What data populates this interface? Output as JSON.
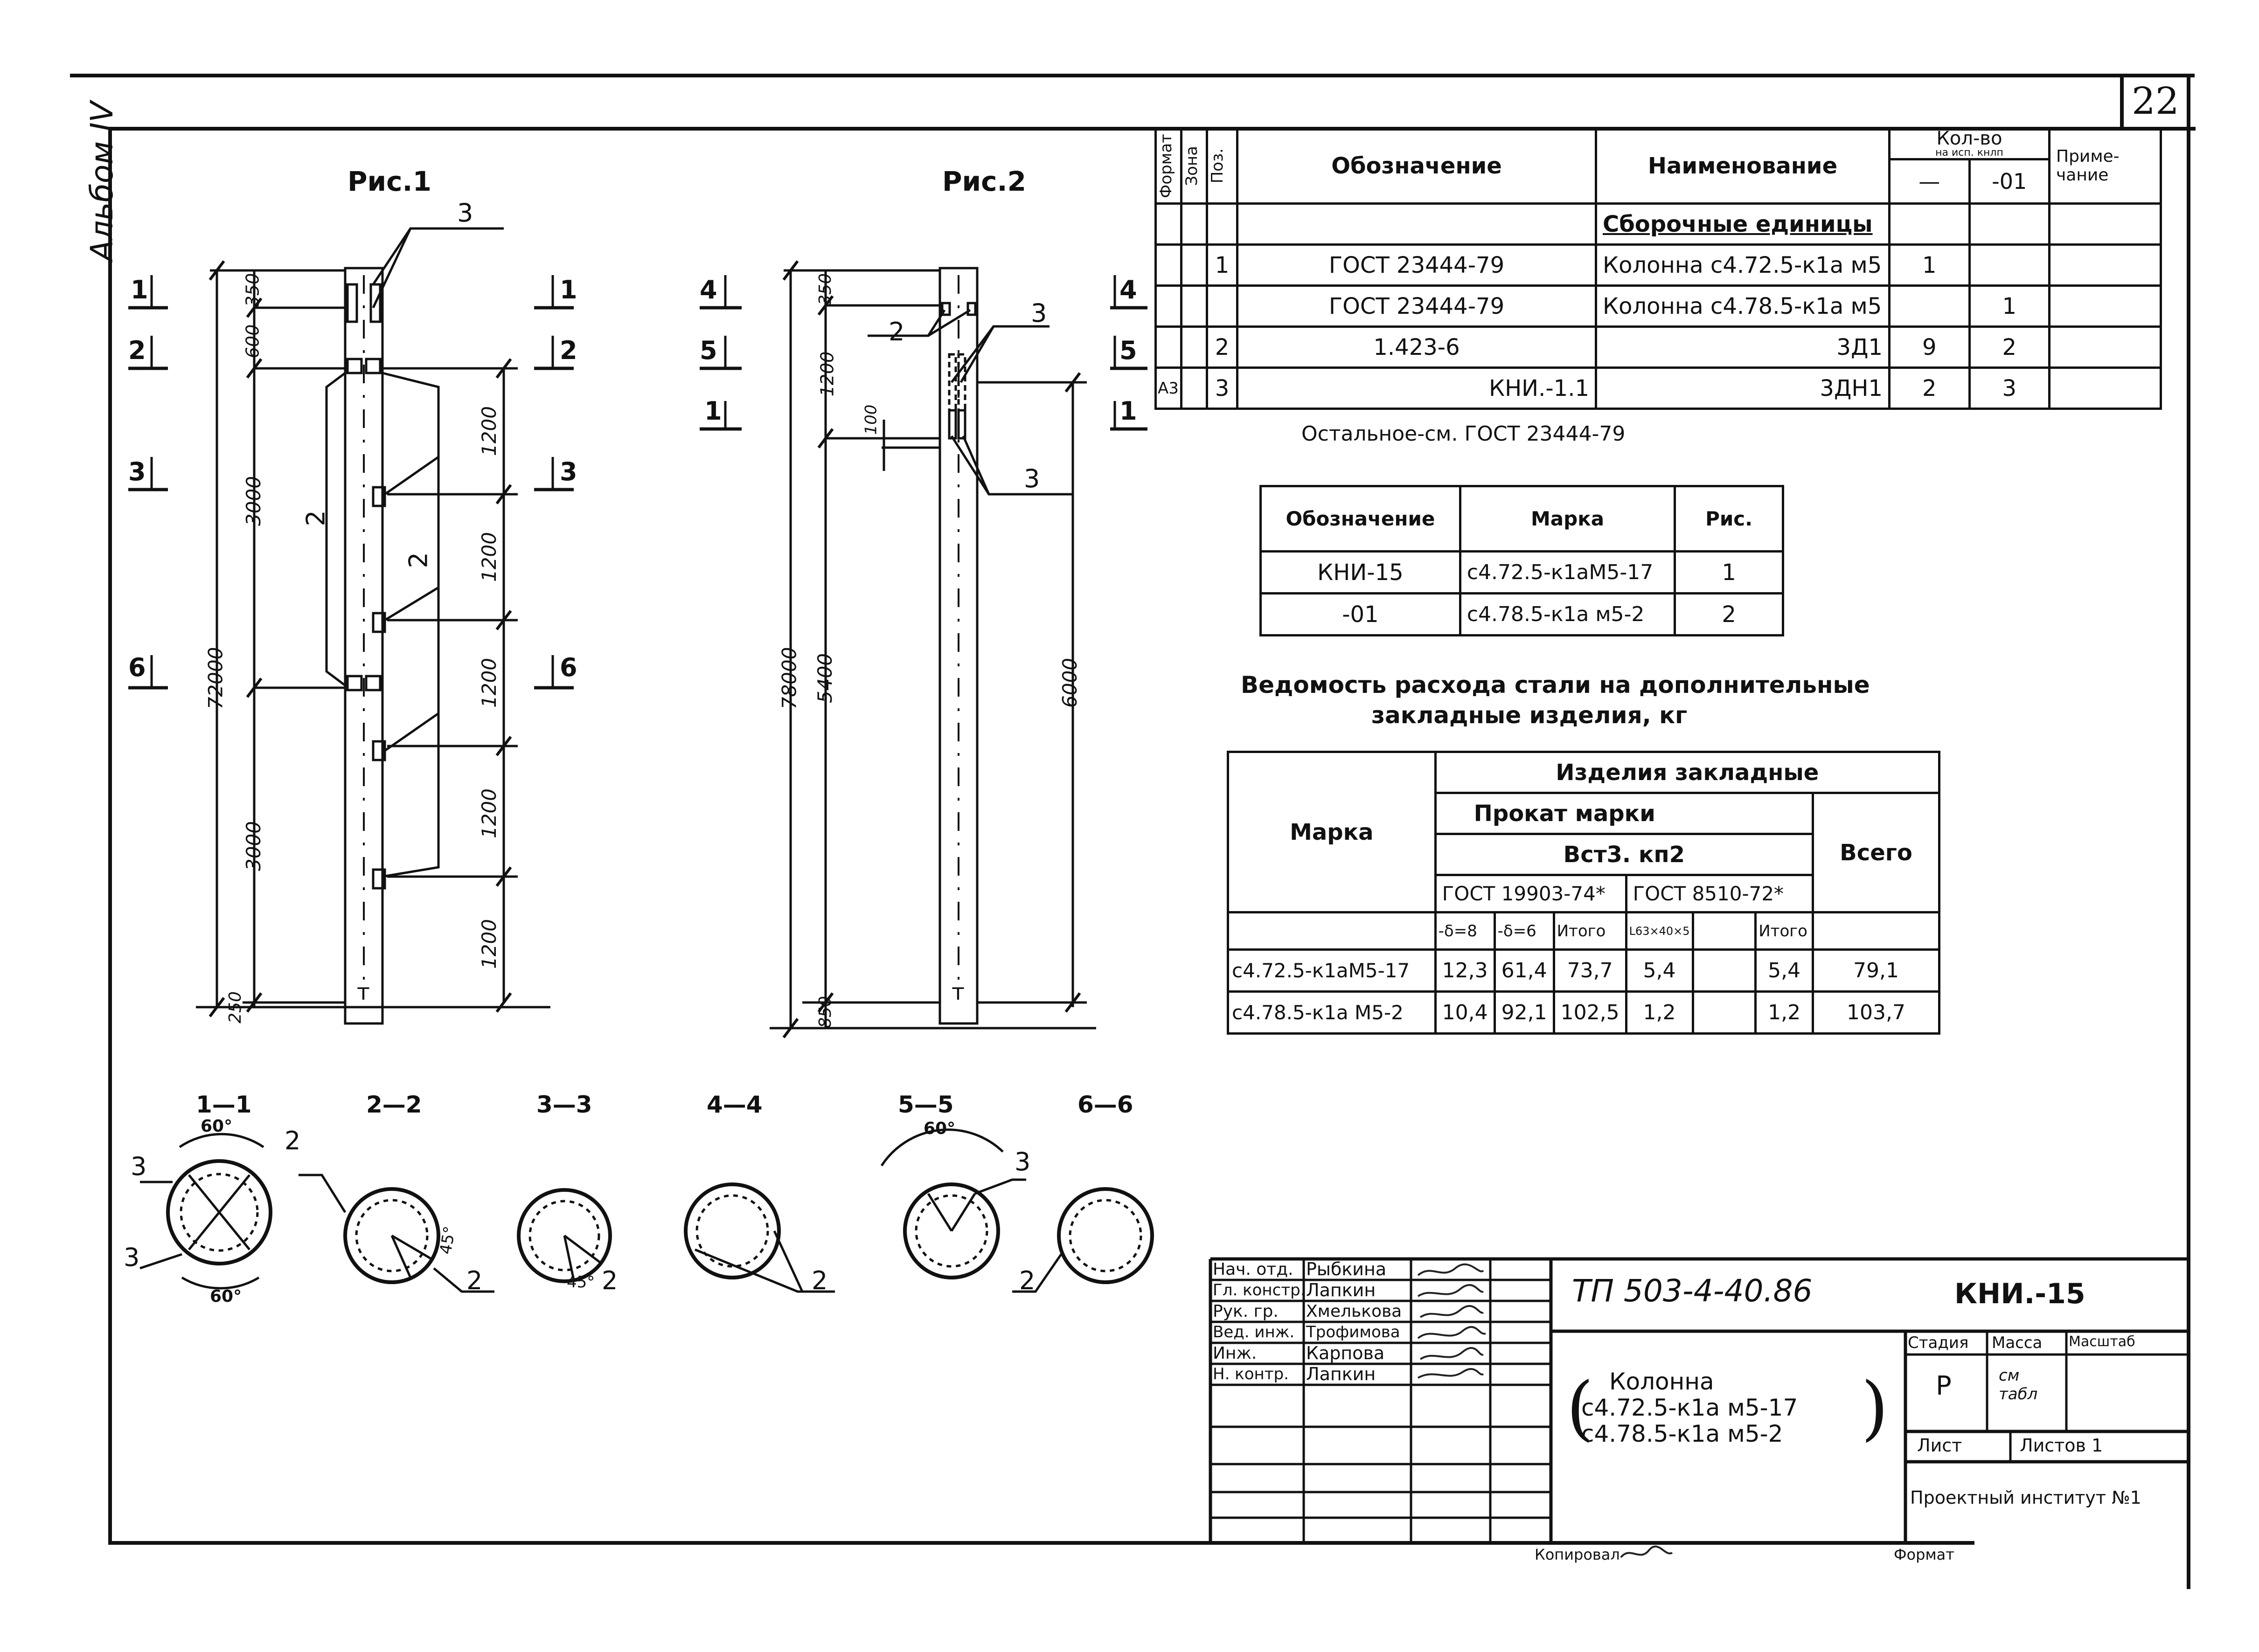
{
  "sheet": {
    "page_number": "22",
    "album_label": "Альбом IV",
    "copied_by": "Копировал",
    "format_label": "Формат"
  },
  "figures": {
    "fig1_title": "Рис.1",
    "fig2_title": "Рис.2",
    "fig1": {
      "leaders": [
        "3",
        "2",
        "2"
      ],
      "dims_left": [
        "350",
        "600",
        "3000",
        "72000",
        "3000",
        "250"
      ],
      "dims_right": [
        "1200",
        "1200",
        "1200",
        "1200",
        "1200"
      ],
      "section_marks_left": [
        "1",
        "2",
        "3",
        "6"
      ],
      "section_marks_right": [
        "1",
        "2",
        "3",
        "6"
      ],
      "top_mark": "т"
    },
    "fig2": {
      "leaders": [
        "2",
        "3",
        "3"
      ],
      "dims_left": [
        "350",
        "1200",
        "100",
        "78000",
        "5400",
        "850"
      ],
      "dims_right": [
        "6000"
      ],
      "section_marks_left": [
        "4",
        "5",
        "1"
      ],
      "section_marks_right": [
        "4",
        "5",
        "1"
      ],
      "top_mark": "т"
    }
  },
  "sections": {
    "labels": [
      "1—1",
      "2—2",
      "3—3",
      "4—4",
      "5—5",
      "6—6"
    ],
    "angles": [
      "60°",
      "60°",
      "45°",
      "45°",
      "60°"
    ],
    "leader_numbers": [
      "3",
      "3",
      "2",
      "2",
      "2",
      "2",
      "2",
      "3"
    ]
  },
  "spec_table": {
    "headers": {
      "format": "Формат",
      "zone": "Зона",
      "pos": "Поз.",
      "designation": "Обозначение",
      "name": "Наименование",
      "qty": "Кол-во",
      "qty_sub": "на исп. кнлп",
      "qty_col1": "—",
      "qty_col2": "-01",
      "note": "Приме-чание"
    },
    "section_title": "Сборочные единицы",
    "rows": [
      {
        "format": "",
        "pos": "1",
        "designation": "ГОСТ 23444-79",
        "name": "Колонна с4.72.5-к1а м5",
        "q1": "1",
        "q2": ""
      },
      {
        "format": "",
        "pos": "",
        "designation": "ГОСТ 23444-79",
        "name": "Колонна с4.78.5-к1а м5",
        "q1": "",
        "q2": "1"
      },
      {
        "format": "",
        "pos": "2",
        "designation": "1.423-6",
        "name": "3Д1",
        "q1": "9",
        "q2": "2"
      },
      {
        "format": "А3",
        "pos": "3",
        "designation": "КНИ.-1.1",
        "name": "3ДН1",
        "q1": "2",
        "q2": "3"
      }
    ],
    "footnote": "Остальное-см. ГОСТ 23444-79"
  },
  "marks_table": {
    "headers": [
      "Обозначение",
      "Марка",
      "Рис."
    ],
    "rows": [
      [
        "КНИ-15",
        "с4.72.5-к1аМ5-17",
        "1"
      ],
      [
        "-01",
        "с4.78.5-к1а м5-2",
        "2"
      ]
    ]
  },
  "steel_table": {
    "title_line1": "Ведомость расхода стали на дополнительные",
    "title_line2": "закладные изделия, кг",
    "headers": {
      "marka": "Марка",
      "items": "Изделия закладные",
      "rolled": "Прокат марки",
      "grade": "Вст3. кп2",
      "total": "Всего",
      "gost1": "ГОСТ 19903-74*",
      "gost2": "ГОСТ 8510-72*",
      "sub": [
        "-δ=8",
        "-δ=6",
        "Итого",
        "L63×40×5",
        "",
        "Итого"
      ]
    },
    "rows": [
      [
        "с4.72.5-к1аМ5-17",
        "12,3",
        "61,4",
        "73,7",
        "5,4",
        "",
        "5,4",
        "79,1"
      ],
      [
        "с4.78.5-к1а М5-2",
        "10,4",
        "92,1",
        "102,5",
        "1,2",
        "",
        "1,2",
        "103,7"
      ]
    ]
  },
  "title_block": {
    "roles": [
      "Нач. отд.",
      "Гл. констр.",
      "Рук. гр.",
      "Вед. инж.",
      "Инж.",
      "Н. контр."
    ],
    "names": [
      "Рыбкина",
      "Лапкин",
      "Хмелькова",
      "Трофимова",
      "Карпова",
      "Лапкин"
    ],
    "doc_code": "ТП 503-4-40.86",
    "sheet_code": "КНИ.-15",
    "title_lines": [
      "Колонна",
      "с4.72.5-к1а м5-17",
      "с4.78.5-к1а м5-2"
    ],
    "stage_label": "Стадия",
    "mass_label": "Масса",
    "scale_label": "Масштаб",
    "stage_value": "Р",
    "mass_value": "см табл",
    "sheet_label": "Лист",
    "sheets_label": "Листов 1",
    "institute": "Проектный институт №1"
  }
}
